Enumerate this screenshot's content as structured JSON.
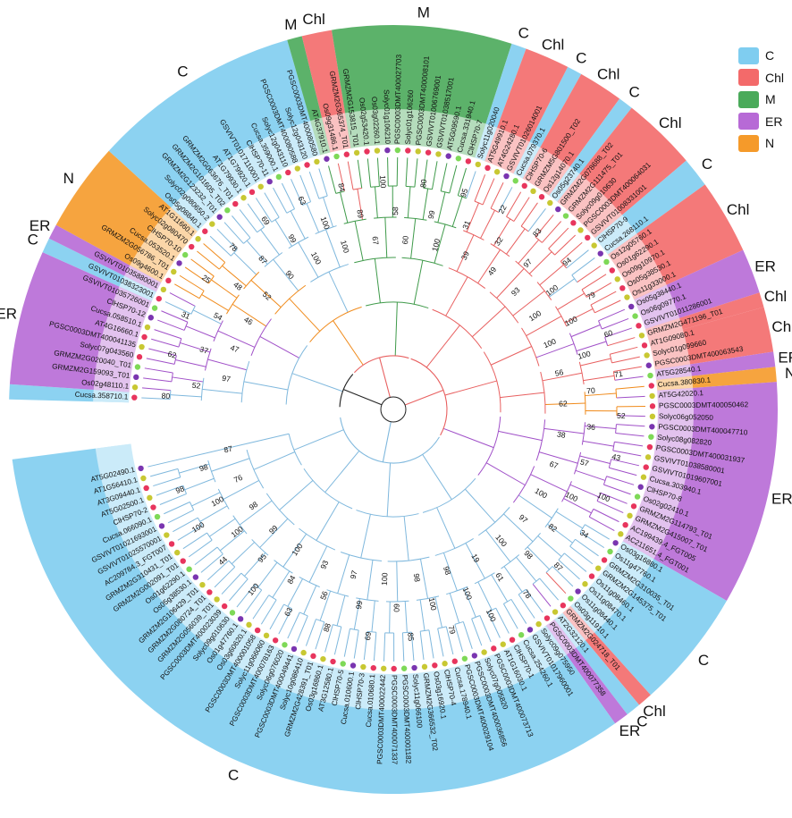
{
  "legend": [
    {
      "code": "C",
      "label": "C",
      "color": "#7fcdf0"
    },
    {
      "code": "Chl",
      "label": "Chl",
      "color": "#f36a6a"
    },
    {
      "code": "M",
      "label": "M",
      "color": "#4aaa5a"
    },
    {
      "code": "ER",
      "label": "ER",
      "color": "#b76ad6"
    },
    {
      "code": "N",
      "label": "N",
      "color": "#f59a2a"
    }
  ],
  "leaves": [
    {
      "name": "Cucsa.358710.1",
      "cls": "C"
    },
    {
      "name": "Os02g48110.1",
      "cls": "ER"
    },
    {
      "name": "GRMZM2G159093_T01",
      "cls": "ER"
    },
    {
      "name": "GRMZM2G020040_T01",
      "cls": "ER"
    },
    {
      "name": "Solyc07g043560",
      "cls": "ER"
    },
    {
      "name": "PGSC0003DMT400041135",
      "cls": "ER"
    },
    {
      "name": "AT4G16660.1",
      "cls": "ER"
    },
    {
      "name": "Cucsa.058510.1",
      "cls": "ER"
    },
    {
      "name": "ClHSP70-12",
      "cls": "ER"
    },
    {
      "name": "GSVIVT01035726001",
      "cls": "ER"
    },
    {
      "name": "GSVIVT01038323001",
      "cls": "C"
    },
    {
      "name": "GSVIVT01035880001",
      "cls": "ER"
    },
    {
      "name": "Os09g4600.1",
      "cls": "N"
    },
    {
      "name": "GRMZM2G056786_T01",
      "cls": "N"
    },
    {
      "name": "Cucsa.053520.1",
      "cls": "N"
    },
    {
      "name": "ClHSP70-10",
      "cls": "N"
    },
    {
      "name": "Solyc02g080470",
      "cls": "N"
    },
    {
      "name": "AT1G11660.1",
      "cls": "N"
    },
    {
      "name": "Os05g08840.1",
      "cls": "C"
    },
    {
      "name": "Solyc02g080650.2",
      "cls": "C"
    },
    {
      "name": "GRMZM2G123232_T01",
      "cls": "C"
    },
    {
      "name": "GRMZM2G101605_T02",
      "cls": "C"
    },
    {
      "name": "GRMZM2G063676_T01",
      "cls": "C"
    },
    {
      "name": "AT1G79930.1",
      "cls": "C"
    },
    {
      "name": "AT1G79920.1",
      "cls": "C"
    },
    {
      "name": "GSVIVT01017110001",
      "cls": "C"
    },
    {
      "name": "ClHSP70-11",
      "cls": "C"
    },
    {
      "name": "Cucsa.359000.1",
      "cls": "C"
    },
    {
      "name": "Solyc12g043110",
      "cls": "C"
    },
    {
      "name": "PGSC0003DMT400080588",
      "cls": "C"
    },
    {
      "name": "Solyc12g043120",
      "cls": "C"
    },
    {
      "name": "PGSC0003DMT400080580",
      "cls": "C"
    },
    {
      "name": "AT4G37910.1",
      "cls": "M"
    },
    {
      "name": "Os09g31486.1",
      "cls": "Chl"
    },
    {
      "name": "GRMZM2G365374_T01",
      "cls": "Chl"
    },
    {
      "name": "GRMZM2G153815_T01",
      "cls": "M"
    },
    {
      "name": "Os02g53420.1",
      "cls": "M"
    },
    {
      "name": "Os03g02260.1",
      "cls": "M"
    },
    {
      "name": "Solyc01g106210",
      "cls": "M"
    },
    {
      "name": "PGSC0003DMT400027703",
      "cls": "M"
    },
    {
      "name": "Solyc01g106260",
      "cls": "M"
    },
    {
      "name": "PGSC0003DMT400008101",
      "cls": "M"
    },
    {
      "name": "GSVIVT01006769001",
      "cls": "M"
    },
    {
      "name": "GSVIVT01038517001",
      "cls": "M"
    },
    {
      "name": "AT5G09590.1",
      "cls": "M"
    },
    {
      "name": "Cucsa.331940.1",
      "cls": "M"
    },
    {
      "name": "ClHSP70-7",
      "cls": "M"
    },
    {
      "name": "Solyc11g020040",
      "cls": "C"
    },
    {
      "name": "AT5G49910.1",
      "cls": "Chl"
    },
    {
      "name": "AT4G24280.1",
      "cls": "Chl"
    },
    {
      "name": "GSVIVT01026014001",
      "cls": "Chl"
    },
    {
      "name": "Cucsa.079370.1",
      "cls": "C"
    },
    {
      "name": "ClHSP70-6",
      "cls": "Chl"
    },
    {
      "name": "GRMZM5G801500_T02",
      "cls": "Chl"
    },
    {
      "name": "Os12g14070.1",
      "cls": "Chl"
    },
    {
      "name": "Os05g23740.1",
      "cls": "C"
    },
    {
      "name": "GRMZM2G078688_T02",
      "cls": "Chl"
    },
    {
      "name": "GRMZM2G111475_T01",
      "cls": "Chl"
    },
    {
      "name": "Solyc09g010630",
      "cls": "Chl"
    },
    {
      "name": "PGSC0003DMT400064031",
      "cls": "Chl"
    },
    {
      "name": "GSVIVT01008331001",
      "cls": "Chl"
    },
    {
      "name": "ClHSP70-9",
      "cls": "C"
    },
    {
      "name": "Cucsa.268110.1",
      "cls": "C"
    },
    {
      "name": "Os12g05760.1",
      "cls": "Chl"
    },
    {
      "name": "Os01g62290.1",
      "cls": "Chl"
    },
    {
      "name": "Os09g10970.1",
      "cls": "Chl"
    },
    {
      "name": "Os05g38530.1",
      "cls": "Chl"
    },
    {
      "name": "Os11g33000.1",
      "cls": "Chl"
    },
    {
      "name": "Os05g38440.1",
      "cls": "ER"
    },
    {
      "name": "Os06g09770.1",
      "cls": "ER"
    },
    {
      "name": "GSVIVT01011286001",
      "cls": "ER"
    },
    {
      "name": "GRMZM2G471196_T01",
      "cls": "Chl"
    },
    {
      "name": "AT1G09080.1",
      "cls": "Chl"
    },
    {
      "name": "Solyc01g099660",
      "cls": "Chl"
    },
    {
      "name": "PGSC0003DMT400063543",
      "cls": "Chl"
    },
    {
      "name": "AT5G28540.1",
      "cls": "ER"
    },
    {
      "name": "Cucsa.380830.1",
      "cls": "N"
    },
    {
      "name": "AT5G42020.1",
      "cls": "ER"
    },
    {
      "name": "PGSC0003DMT400050462",
      "cls": "N"
    },
    {
      "name": "Solyc06g052050",
      "cls": "ER"
    },
    {
      "name": "PGSC0003DMT400047710",
      "cls": "ER"
    },
    {
      "name": "Solyc08g082820",
      "cls": "ER"
    },
    {
      "name": "PGSC0003DMT400031937",
      "cls": "ER"
    },
    {
      "name": "GSVIVT01038580001",
      "cls": "ER"
    },
    {
      "name": "GSVIVT01019607001",
      "cls": "ER"
    },
    {
      "name": "Cucsa.303940.1",
      "cls": "ER"
    },
    {
      "name": "ClHSP70-8",
      "cls": "ER"
    },
    {
      "name": "Os02g02410.1",
      "cls": "ER"
    },
    {
      "name": "GRMZM2G114793_T01",
      "cls": "ER"
    },
    {
      "name": "GRMZM2G415007_T01",
      "cls": "ER"
    },
    {
      "name": "AC199439.4_FGT005",
      "cls": "ER"
    },
    {
      "name": "AC211651.4_FGT001",
      "cls": "ER"
    },
    {
      "name": "Os03g16880.1",
      "cls": "C"
    },
    {
      "name": "Os11g47760.1",
      "cls": "C"
    },
    {
      "name": "GRMZM2G310035_T01",
      "cls": "C"
    },
    {
      "name": "GRMZM2G145375_T01",
      "cls": "C"
    },
    {
      "name": "Os11g08460.1",
      "cls": "C"
    },
    {
      "name": "Os11g08470.1",
      "cls": "C"
    },
    {
      "name": "Os11g08440.1",
      "cls": "C"
    },
    {
      "name": "Os03g11910.1",
      "cls": "Chl"
    },
    {
      "name": "GRMZM2G024718_T01",
      "cls": "C"
    },
    {
      "name": "AT2G32120.1",
      "cls": "ER"
    },
    {
      "name": "PGSC0003DMT400077358",
      "cls": "C"
    },
    {
      "name": "Solyc09g075950",
      "cls": "C"
    },
    {
      "name": "GSVIVT01017960001",
      "cls": "C"
    },
    {
      "name": "Cucsa.254260.1",
      "cls": "C"
    },
    {
      "name": "ClHSP70-1",
      "cls": "C"
    },
    {
      "name": "AT1G16030.1",
      "cls": "C"
    },
    {
      "name": "PGSC0003DMT400073713",
      "cls": "C"
    },
    {
      "name": "Solyc07g005820",
      "cls": "C"
    },
    {
      "name": "PGSC0003DMT400036856",
      "cls": "C"
    },
    {
      "name": "PGSC0003DMT400029104",
      "cls": "C"
    },
    {
      "name": "Cucsa.178940.1",
      "cls": "C"
    },
    {
      "name": "ClHSP70-4",
      "cls": "C"
    },
    {
      "name": "Os03g16920.1",
      "cls": "C"
    },
    {
      "name": "GRMZM2G366532_T02",
      "cls": "C"
    },
    {
      "name": "Solyc11g066100",
      "cls": "C"
    },
    {
      "name": "PGSC0003DMT400001182",
      "cls": "C"
    },
    {
      "name": "PGSC0003DMT400071337",
      "cls": "C"
    },
    {
      "name": "PGSC0003DMT400022442",
      "cls": "C"
    },
    {
      "name": "Cucsa.010680.1",
      "cls": "C"
    },
    {
      "name": "ClHSP70-3",
      "cls": "C"
    },
    {
      "name": "Cucsa.010600.1",
      "cls": "C"
    },
    {
      "name": "ClHSP70-5",
      "cls": "C"
    },
    {
      "name": "AT3G12580.1",
      "cls": "C"
    },
    {
      "name": "Os03g16860.1",
      "cls": "C"
    },
    {
      "name": "GRMZM2G428391_T01",
      "cls": "C"
    },
    {
      "name": "Solyc10g086410",
      "cls": "C"
    },
    {
      "name": "PGSC0003DMT400049441",
      "cls": "C"
    },
    {
      "name": "Solyc06g076020",
      "cls": "C"
    },
    {
      "name": "PGSC0003DMT400078163",
      "cls": "C"
    },
    {
      "name": "Solyc11g066060",
      "cls": "C"
    },
    {
      "name": "PGSC0003DMT400001058",
      "cls": "C"
    },
    {
      "name": "Os03g60620.1",
      "cls": "C"
    },
    {
      "name": "Os01g47760.1",
      "cls": "C"
    },
    {
      "name": "Solyc09g010630",
      "cls": "C"
    },
    {
      "name": "PGSC0003DMT400023039",
      "cls": "C"
    },
    {
      "name": "GRMZM2G056039_T01",
      "cls": "C"
    },
    {
      "name": "GRMZM2G080724_T01",
      "cls": "C"
    },
    {
      "name": "GRMZM2G106429_T01",
      "cls": "C"
    },
    {
      "name": "Os05g38530.1",
      "cls": "C"
    },
    {
      "name": "Os01g62290.1",
      "cls": "C"
    },
    {
      "name": "GRMZM2G002091_T01",
      "cls": "C"
    },
    {
      "name": "GRMZM2G310431_T01",
      "cls": "C"
    },
    {
      "name": "AC209784.3_FGT007",
      "cls": "C"
    },
    {
      "name": "GSVIVT01025570001",
      "cls": "C"
    },
    {
      "name": "GSVIVT01021693001",
      "cls": "C"
    },
    {
      "name": "Cucsa.066090.1",
      "cls": "C"
    },
    {
      "name": "ClHSP70-2",
      "cls": "C"
    },
    {
      "name": "AT5G02500.1",
      "cls": "C"
    },
    {
      "name": "AT3G09440.1",
      "cls": "C"
    },
    {
      "name": "AT1G56410.1",
      "cls": "C"
    },
    {
      "name": "AT5G02490.1",
      "cls": "C"
    }
  ],
  "sectors": [
    {
      "cls": "C",
      "label": "C",
      "from": 0,
      "to": 1
    },
    {
      "cls": "ER",
      "label": "ER",
      "from": 1,
      "to": 10
    },
    {
      "cls": "C",
      "label": "C",
      "from": 10,
      "to": 11
    },
    {
      "cls": "ER",
      "label": "ER",
      "from": 11,
      "to": 12
    },
    {
      "cls": "N",
      "label": "N",
      "from": 12,
      "to": 18
    },
    {
      "cls": "C",
      "label": "C",
      "from": 18,
      "to": 32
    },
    {
      "cls": "M",
      "label": "M",
      "from": 32,
      "to": 33
    },
    {
      "cls": "Chl",
      "label": "Chl",
      "from": 33,
      "to": 35
    },
    {
      "cls": "M",
      "label": "M",
      "from": 35,
      "to": 47
    },
    {
      "cls": "C",
      "label": "C",
      "from": 47,
      "to": 48
    },
    {
      "cls": "Chl",
      "label": "Chl",
      "from": 48,
      "to": 51
    },
    {
      "cls": "C",
      "label": "C",
      "from": 51,
      "to": 52
    },
    {
      "cls": "Chl",
      "label": "Chl",
      "from": 52,
      "to": 55
    },
    {
      "cls": "C",
      "label": "C",
      "from": 55,
      "to": 56
    },
    {
      "cls": "Chl",
      "label": "Chl",
      "from": 56,
      "to": 61
    },
    {
      "cls": "C",
      "label": "C",
      "from": 61,
      "to": 63
    },
    {
      "cls": "Chl",
      "label": "Chl",
      "from": 63,
      "to": 68
    },
    {
      "cls": "ER",
      "label": "ER",
      "from": 68,
      "to": 71
    },
    {
      "cls": "Chl",
      "label": "Chl",
      "from": 71,
      "to": 72
    },
    {
      "cls": "Chl",
      "label": "Chl",
      "from": 72,
      "to": 75
    },
    {
      "cls": "ER",
      "label": "ER",
      "from": 75,
      "to": 76
    },
    {
      "cls": "N",
      "label": "N",
      "from": 76,
      "to": 77
    },
    {
      "cls": "ER",
      "label": "ER",
      "from": 77,
      "to": 92
    },
    {
      "cls": "C",
      "label": "C",
      "from": 92,
      "to": 100
    },
    {
      "cls": "Chl",
      "label": "Chl",
      "from": 100,
      "to": 101
    },
    {
      "cls": "C",
      "label": "C",
      "from": 101,
      "to": 102
    },
    {
      "cls": "ER",
      "label": "ER",
      "from": 102,
      "to": 103
    },
    {
      "cls": "C",
      "label": "C",
      "from": 103,
      "to": 155
    }
  ],
  "bootstraps": [
    "80",
    "52",
    "97",
    "62",
    "37",
    "47",
    "31",
    "54",
    "46",
    "25",
    "48",
    "52",
    "78",
    "87",
    "90",
    "69",
    "99",
    "100",
    "63",
    "100",
    "100",
    "84",
    "89",
    "67",
    "100",
    "58",
    "60",
    "80",
    "99",
    "100",
    "95",
    "31",
    "39",
    "22",
    "32",
    "49",
    "83",
    "97",
    "93",
    "94",
    "100",
    "100",
    "79",
    "100",
    "100",
    "60",
    "100",
    "56",
    "71",
    "70",
    "62",
    "52",
    "36",
    "38",
    "43",
    "57",
    "67",
    "100",
    "100",
    "100",
    "34",
    "82",
    "97",
    "87",
    "98",
    "100",
    "78",
    "61",
    "19",
    "100",
    "100",
    "98",
    "79",
    "100",
    "98",
    "85",
    "60",
    "100",
    "69",
    "99",
    "97",
    "88",
    "56",
    "93",
    "63",
    "84",
    "100",
    "100",
    "95",
    "99",
    "44",
    "100",
    "98",
    "100",
    "100",
    "76",
    "98",
    "98",
    "87"
  ]
}
